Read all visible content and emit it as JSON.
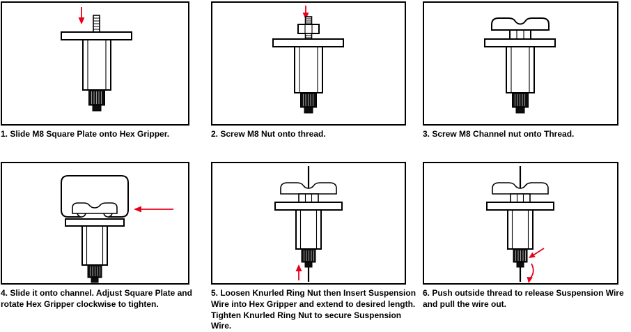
{
  "colors": {
    "arrow_red": "#e8001b",
    "line_black": "#000000"
  },
  "panels": [
    {
      "step": "1",
      "caption": "1. Slide M8 Square Plate onto Hex Gripper."
    },
    {
      "step": "2",
      "caption": "2. Screw M8 Nut onto thread."
    },
    {
      "step": "3",
      "caption": "3. Screw M8 Channel nut onto Thread."
    },
    {
      "step": "4",
      "caption": "4. Slide it onto channel. Adjust Square Plate and rotate Hex Gripper clockwise to tighten."
    },
    {
      "step": "5",
      "caption": "5. Loosen Knurled Ring Nut then Insert Suspension Wire into Hex Gripper and extend to desired length. Tighten Knurled Ring Nut to secure Suspension Wire."
    },
    {
      "step": "6",
      "caption": "6. Push outside thread to release Suspension Wire and pull the wire out."
    }
  ]
}
